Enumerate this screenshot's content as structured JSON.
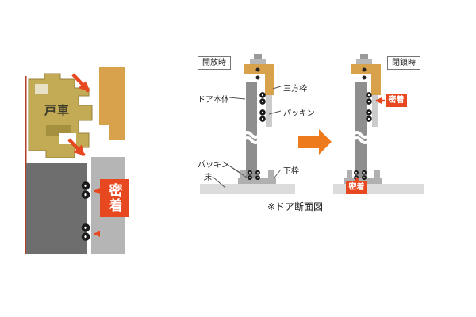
{
  "caption": "※ドア断面図",
  "left_detail": {
    "roller_label": "戸車",
    "contact_label": "密着"
  },
  "open_state": {
    "title": "開放時",
    "labels": {
      "door_body": "ドア本体",
      "three_way_frame": "三方枠",
      "packing_top": "パッキン",
      "packing_bottom": "パッキン",
      "floor": "床",
      "bottom_frame": "下枠"
    }
  },
  "closed_state": {
    "title": "閉鎖時",
    "contact_top": "密着",
    "contact_bottom": "密着"
  },
  "colors": {
    "frame_tan": "#d7a24b",
    "mechanism_khaki": "#c3ab55",
    "frame_gray": "#b5b5b5",
    "door_dark_gray": "#6e6e6e",
    "door_light_gray": "#8e8e8e",
    "floor_gray": "#dcdcdc",
    "accent_red": "#e8481f",
    "arrow_orange": "#ee7a1e"
  }
}
